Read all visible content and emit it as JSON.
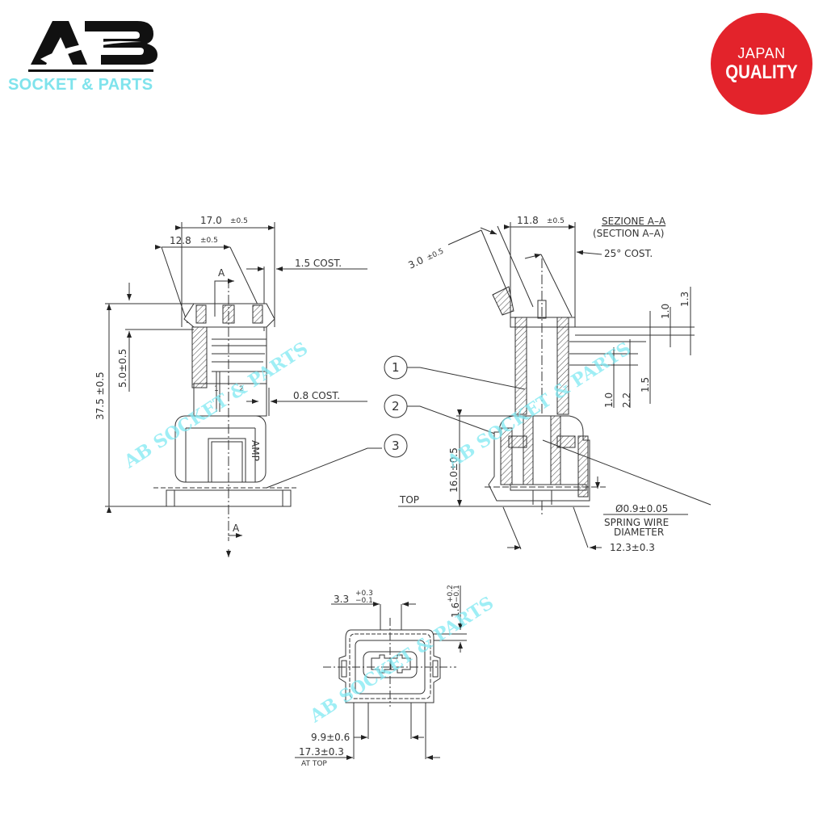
{
  "brand": {
    "logo_letters": "AB",
    "logo_subtitle": "SOCKET & PARTS",
    "subtitle_color": "#7fe3ec"
  },
  "badge": {
    "line1": "JAPAN",
    "line2": "QUALITY",
    "color": "#e3232b"
  },
  "watermark": "AB SOCKET & PARTS",
  "front_view": {
    "dims": {
      "width_total": "17.0",
      "width_total_tol": "±0.5",
      "width_top": "12.8",
      "width_top_tol": "±0.5",
      "wall_top": "1.5 COST.",
      "wall_lower": "0.8 COST.",
      "height_total": "37.5 ±0.5",
      "height_upper": "5.0±0.5"
    },
    "section_mark": "A",
    "amp_label": "AMP",
    "pin_labels": [
      "1",
      "2"
    ]
  },
  "callouts": [
    "1",
    "2",
    "3"
  ],
  "section_view": {
    "title": "SEZIONE A–A",
    "subtitle": "(SECTION A–A)",
    "dims": {
      "top_width": "11.8",
      "top_width_tol": "±0.5",
      "angle_dim": "3.0",
      "angle_dim_tol": "±0.5",
      "angle": "25° COST.",
      "d1": "1.0",
      "d2": "1.3",
      "d3": "1.0",
      "d4": "2.2",
      "d5": "1.5",
      "height": "16.0±0.5",
      "bottom_width": "12.3±0.3"
    },
    "top_label": "TOP",
    "spring": {
      "diameter": "Ø0.9±0.05",
      "label_line1": "SPRING WIRE",
      "label_line2": "DIAMETER"
    }
  },
  "bottom_view": {
    "dims": {
      "slot_width": "3.3",
      "slot_tol_plus": "+0.3",
      "slot_tol_minus": "−0.1",
      "slot_depth": "1.6",
      "depth_tol_plus": "+0.2",
      "depth_tol_minus": "−0.1",
      "inner_width": "9.9±0.6",
      "outer_width": "17.3±0.3",
      "outer_note": "AT TOP"
    }
  }
}
